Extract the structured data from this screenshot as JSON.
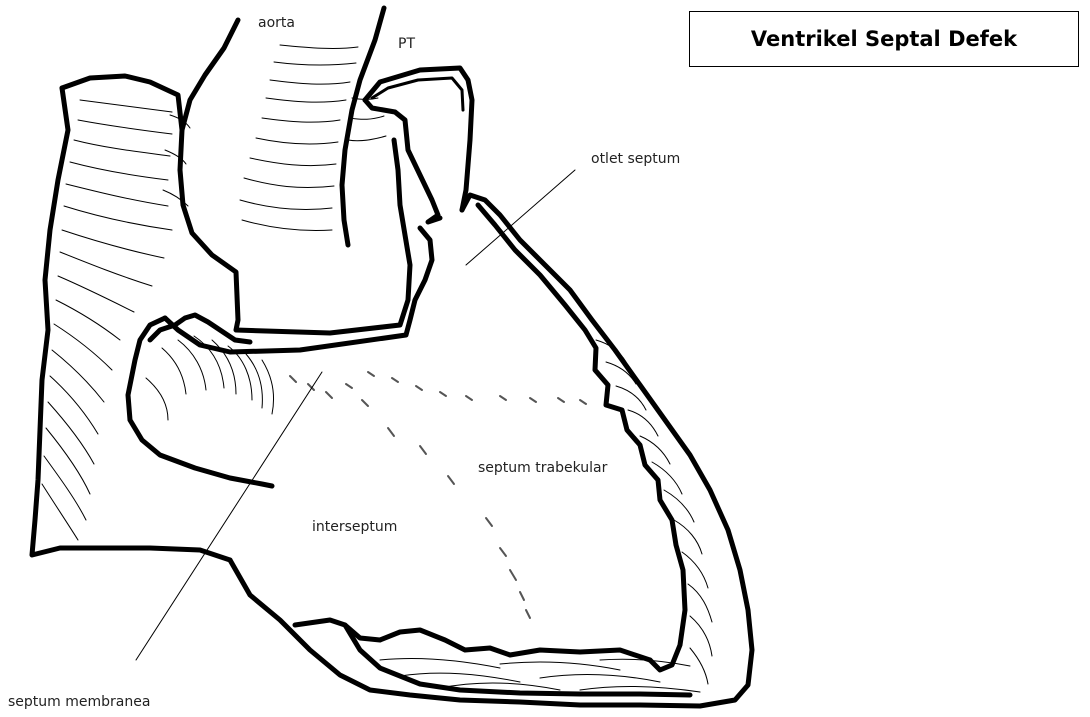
{
  "title": "Ventrikel Septal Defek",
  "labels": {
    "aorta": "aorta",
    "pulmonary_trunk": "PT",
    "outlet_septum": "otlet septum",
    "trabecular_septum": "septum trabekular",
    "interseptum": "interseptum",
    "membranous_septum": "septum membranea"
  }
}
